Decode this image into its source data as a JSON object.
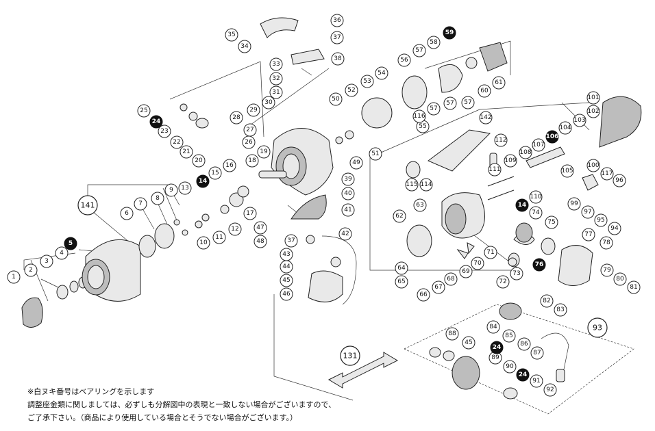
{
  "notes": [
    "※白ヌキ番号はベアリングを示します",
    "調整座金類に関しましては、必ずしも分解図中の表現と一致しない場合がございますので、",
    "ご了承下さい。（商品により使用している場合とそうでない場合がございます。）"
  ],
  "callouts_bearing": [
    "5",
    "14",
    "24",
    "59",
    "76",
    "106"
  ],
  "callouts": [
    "1",
    "2",
    "3",
    "4",
    "6",
    "7",
    "8",
    "9",
    "10",
    "11",
    "12",
    "13",
    "15",
    "16",
    "17",
    "18",
    "19",
    "20",
    "21",
    "22",
    "23",
    "25",
    "26",
    "27",
    "28",
    "29",
    "30",
    "31",
    "32",
    "33",
    "34",
    "35",
    "36",
    "37",
    "38",
    "39",
    "40",
    "41",
    "42",
    "43",
    "44",
    "45",
    "46",
    "47",
    "48",
    "49",
    "50",
    "51",
    "52",
    "53",
    "54",
    "55",
    "56",
    "57",
    "58",
    "60",
    "61",
    "62",
    "63",
    "64",
    "65",
    "66",
    "67",
    "68",
    "69",
    "70",
    "71",
    "72",
    "73",
    "74",
    "75",
    "77",
    "78",
    "79",
    "80",
    "81",
    "82",
    "83",
    "84",
    "85",
    "86",
    "87",
    "88",
    "89",
    "90",
    "91",
    "92",
    "93",
    "94",
    "95",
    "96",
    "97",
    "99",
    "100",
    "101",
    "102",
    "103",
    "104",
    "105",
    "107",
    "108",
    "109",
    "110",
    "111",
    "112",
    "114",
    "115",
    "116",
    "117",
    "131",
    "141",
    "142"
  ],
  "group_labels": {
    "spool_group": "141",
    "handle_group": "93",
    "spool_arrow": "131"
  }
}
